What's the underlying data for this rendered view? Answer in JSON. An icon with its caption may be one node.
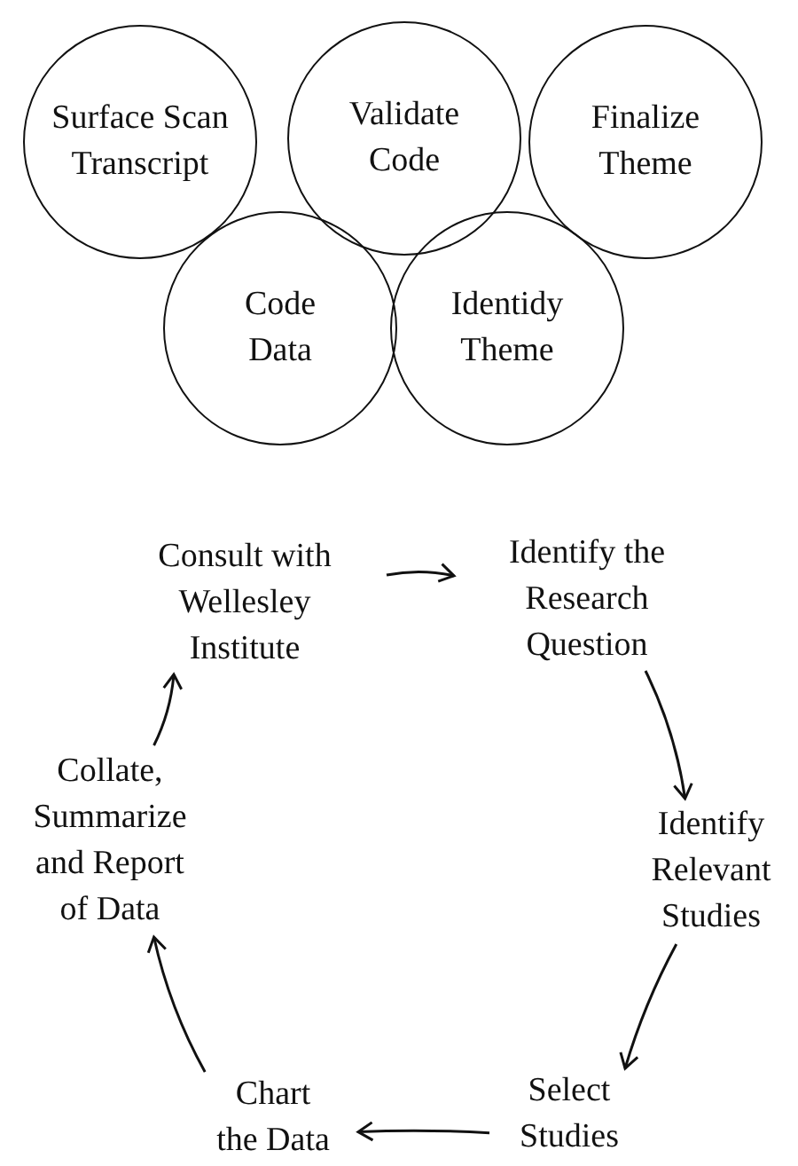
{
  "diagram": {
    "nodes": [
      {
        "text": [
          "Surface Scan Transcript"
        ]
      },
      {
        "text": [
          "Validate Code"
        ]
      },
      {
        "text": [
          "Finalize Theme"
        ]
      },
      {
        "text": [
          "Code Data"
        ]
      },
      {
        "text": [
          "Identidy Theme"
        ]
      },
      {
        "text": [
          "Consult with Wellesley Institute"
        ]
      },
      {
        "text": [
          "Identify the Research Question"
        ]
      },
      {
        "text": [
          "Identify Relevant Studies"
        ]
      },
      {
        "text": [
          "Select Studies"
        ]
      },
      {
        "text": [
          "Chart the Data"
        ]
      },
      {
        "text": [
          "Collate, Summarize and Report of Data"
        ]
      }
    ],
    "edges": [
      {
        "from": 5,
        "to": 6,
        "arrow": "to"
      },
      {
        "from": 6,
        "to": 7,
        "arrow": "to"
      },
      {
        "from": 7,
        "to": 8,
        "arrow": "to"
      },
      {
        "from": 8,
        "to": 9,
        "arrow": "to"
      },
      {
        "from": 9,
        "to": 10,
        "arrow": "to"
      },
      {
        "from": 10,
        "to": 5,
        "arrow": "to"
      }
    ]
  }
}
